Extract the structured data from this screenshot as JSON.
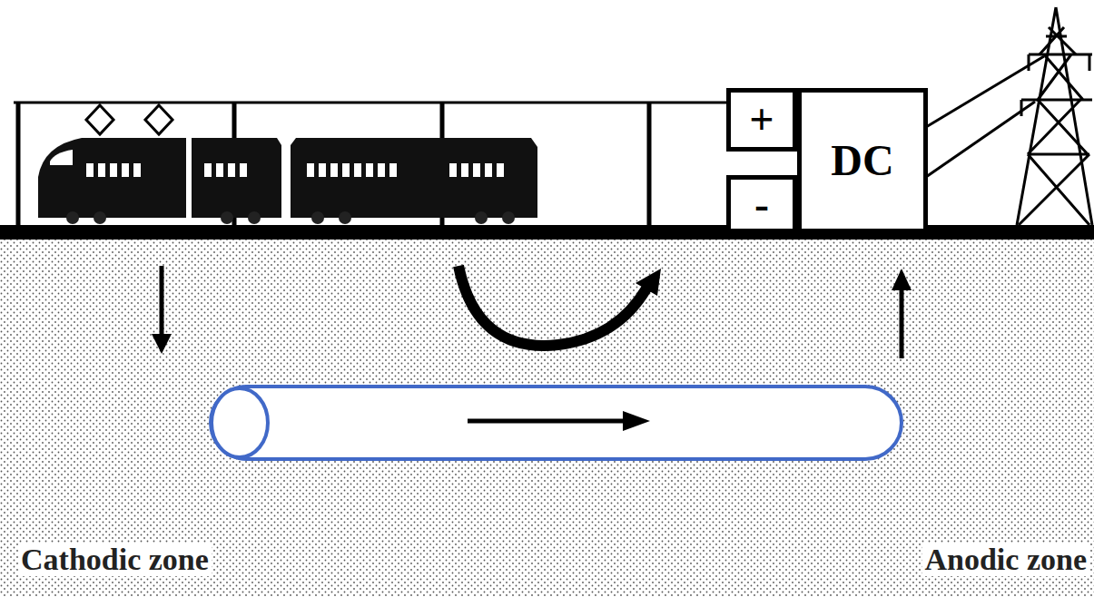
{
  "diagram": {
    "nodes": [
      {
        "text": [
          "+"
        ]
      },
      {
        "text": [
          "-"
        ]
      },
      {
        "text": [
          "DC"
        ]
      }
    ],
    "labels": [
      "Cathodic zone",
      "Anodic zone"
    ]
  }
}
